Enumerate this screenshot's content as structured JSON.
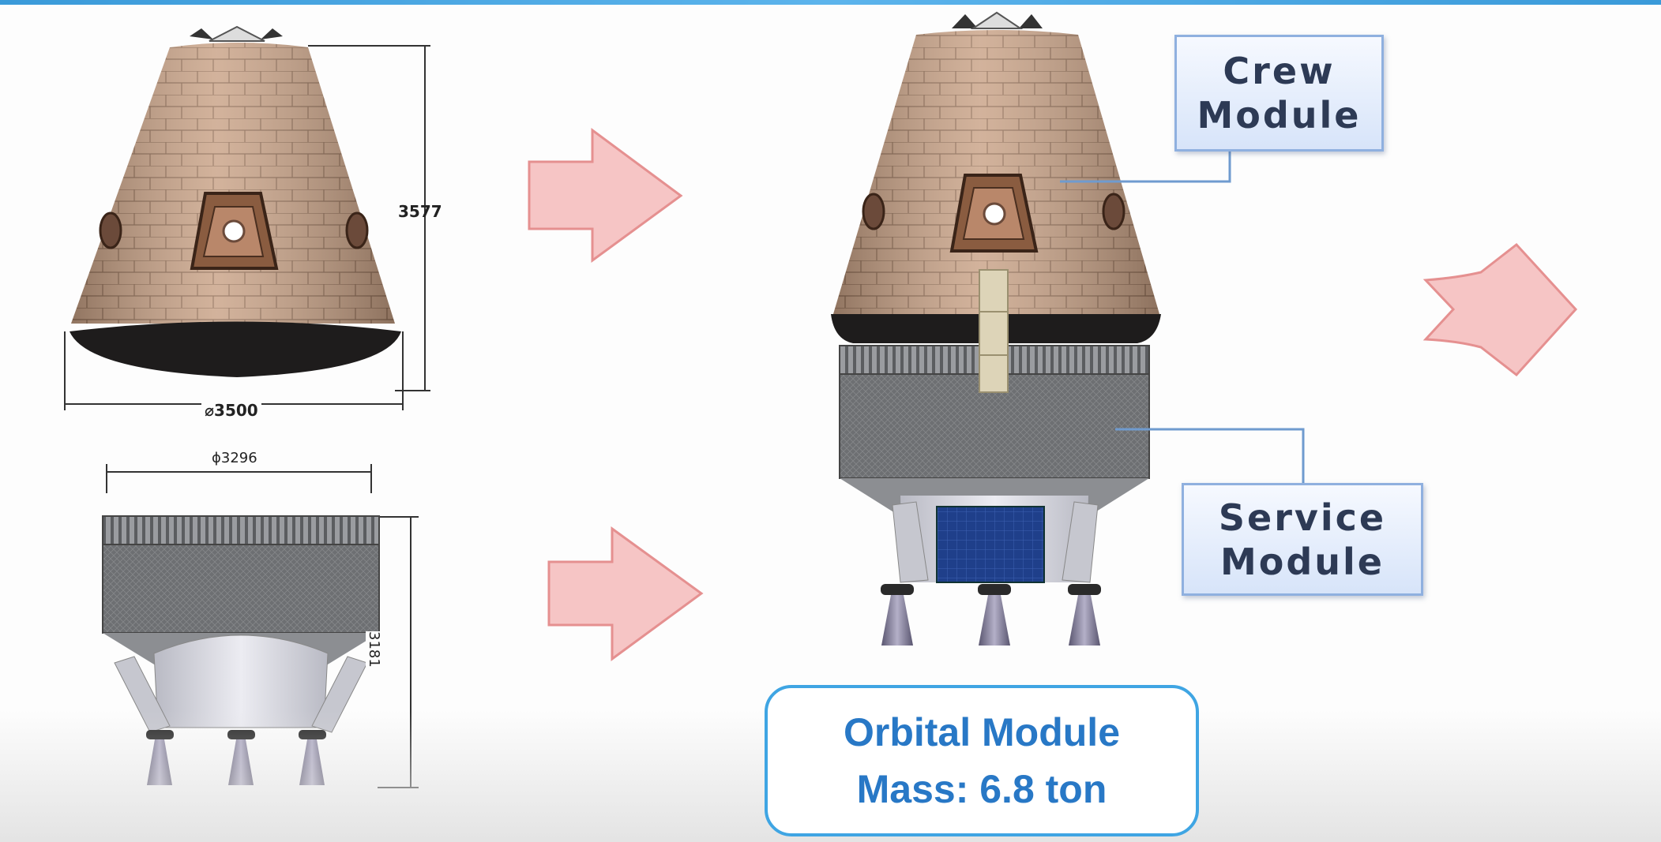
{
  "dimensions": {
    "crew_height": "3577",
    "crew_diameter": "⌀3500",
    "service_diameter": "ϕ3296",
    "service_height": "3181"
  },
  "labels": {
    "crew_module": [
      "Crew",
      "Module"
    ],
    "service_module": [
      "Service",
      "Module"
    ]
  },
  "summary": {
    "title": "Orbital Module",
    "mass": "Mass: 6.8 ton"
  },
  "colors": {
    "heat_tile": "#c39a7c",
    "heat_shield": "#1e1c1c",
    "service_body": "#6f7174",
    "fairing": "#dcdde6",
    "solar_panel": "#1f3f8a",
    "arrow_fill": "#f6c5c5",
    "arrow_stroke": "#e59090",
    "label_text": "#2d3a55",
    "summary_text": "#2878c6",
    "summary_border": "#3fa5e3"
  }
}
